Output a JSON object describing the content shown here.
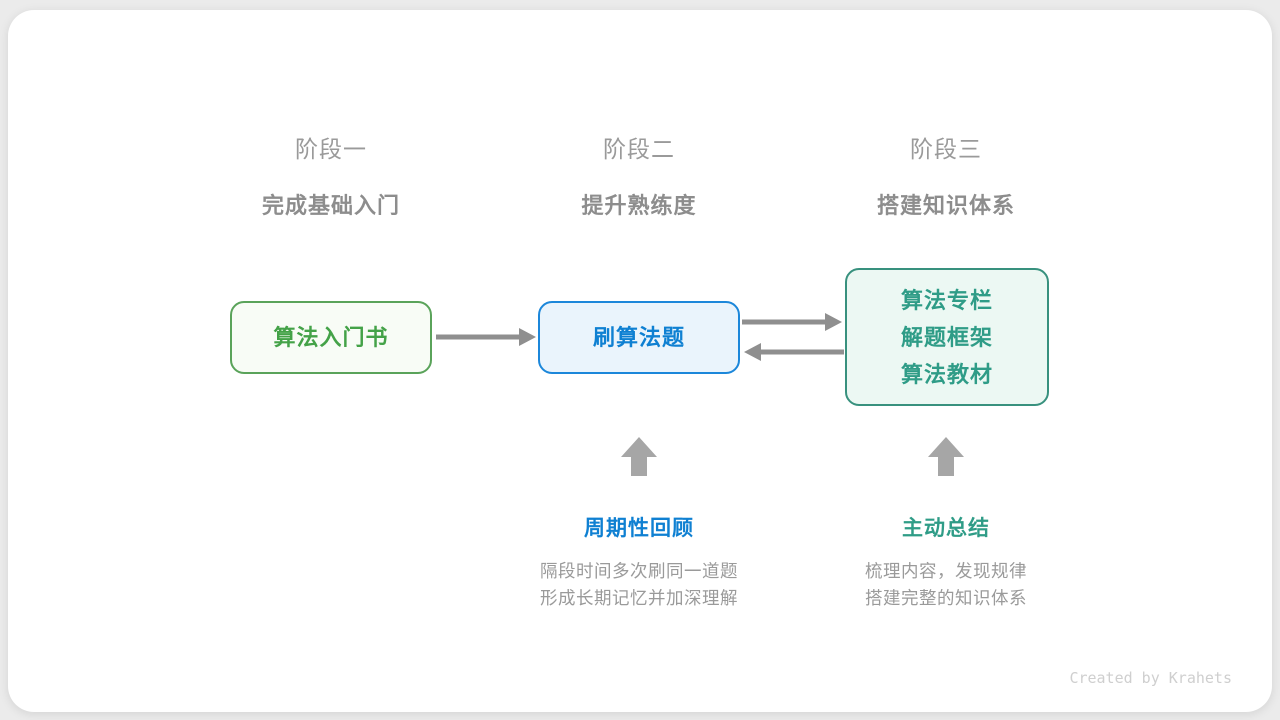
{
  "colors": {
    "page_bg": "#ebebeb",
    "card_bg": "#ffffff",
    "stage_title": "#9a9a9a",
    "stage_subtitle": "#8d8d8d",
    "green_border": "#5aa35a",
    "green_bg": "#f8fcf6",
    "green_text": "#44a248",
    "blue_border": "#1c87da",
    "blue_bg": "#eaf4fc",
    "blue_text": "#0f80d2",
    "teal_border": "#38917e",
    "teal_bg": "#ecf8f3",
    "teal_text": "#2f9c87",
    "arrow": "#8f8f8f",
    "block_arrow": "#a6a6a6",
    "desc_text": "#9a9a9a",
    "credit_text": "#cfcfcf"
  },
  "stages": [
    {
      "title": "阶段一",
      "subtitle": "完成基础入门"
    },
    {
      "title": "阶段二",
      "subtitle": "提升熟练度"
    },
    {
      "title": "阶段三",
      "subtitle": "搭建知识体系"
    }
  ],
  "nodes": {
    "book": {
      "label": "算法入门书"
    },
    "practice": {
      "label": "刷算法题"
    },
    "resources": {
      "lines": [
        "算法专栏",
        "解题框架",
        "算法教材"
      ]
    }
  },
  "annotations": [
    {
      "heading": "周期性回顾",
      "lines": [
        "隔段时间多次刷同一道题",
        "形成长期记忆并加深理解"
      ]
    },
    {
      "heading": "主动总结",
      "lines": [
        "梳理内容，发现规律",
        "搭建完整的知识体系"
      ]
    }
  ],
  "credit": "Created by Krahets"
}
